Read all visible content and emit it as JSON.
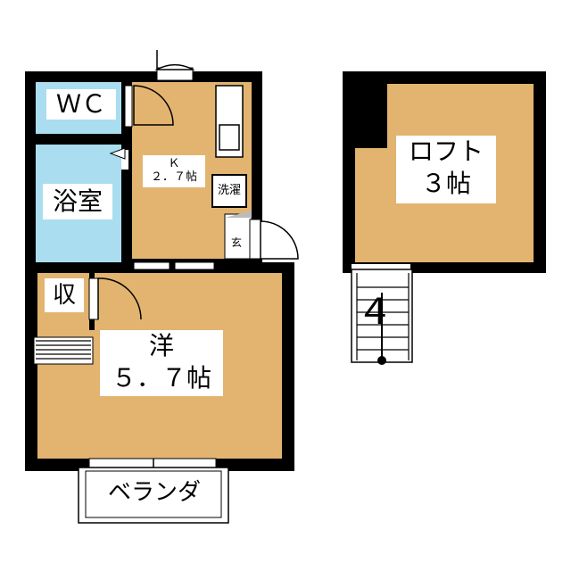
{
  "colors": {
    "room_fill": "#e2b470",
    "wet_fill": "#a9ddef",
    "wall": "#000000",
    "background": "#ffffff"
  },
  "rooms": {
    "wc": "ＷＣ",
    "bath": "浴室",
    "kitchen": {
      "name": "Ｋ",
      "size": "２．７帖"
    },
    "laundry": "洗濯",
    "entrance": "玄",
    "storage": "収",
    "western": {
      "name": "洋",
      "size": "５．７帖"
    },
    "loft": {
      "name": "ロフト",
      "size": "３帖"
    },
    "veranda": "ベランダ"
  },
  "stairs": {
    "label": "４"
  }
}
